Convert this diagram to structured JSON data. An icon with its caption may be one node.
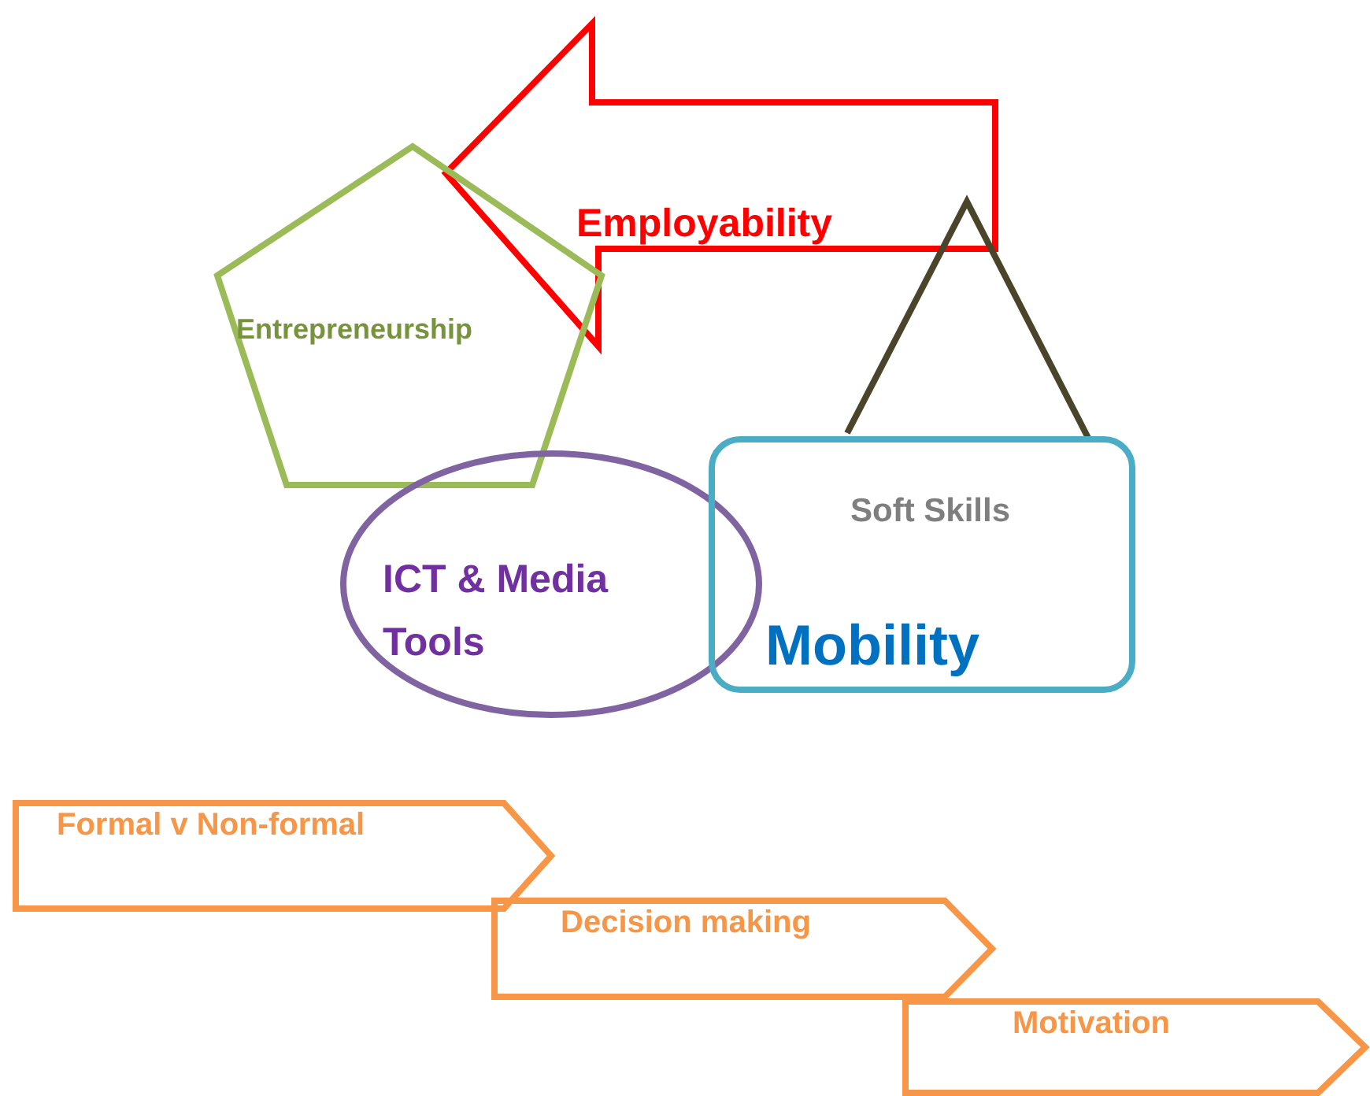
{
  "diagram": {
    "nodes": [
      {
        "text": [
          "Employability"
        ]
      },
      {
        "text": [
          "Entrepreneurship"
        ]
      },
      {
        "text": [],
        "shape": "triangle"
      },
      {
        "text": [
          "ICT & Media Tools"
        ]
      },
      {
        "text": [
          "Soft Skills",
          "Mobility"
        ]
      },
      {
        "text": [
          "Formal v Non-formal"
        ]
      },
      {
        "text": [
          "Decision making"
        ]
      },
      {
        "text": [
          "Motivation"
        ]
      }
    ]
  }
}
